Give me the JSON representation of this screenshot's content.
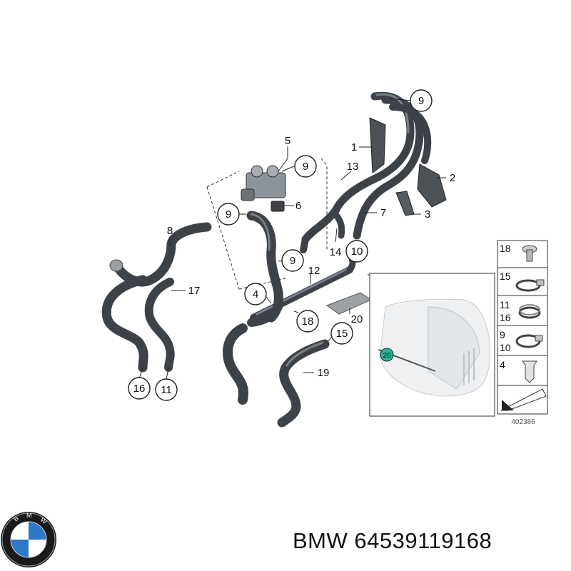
{
  "callouts": {
    "c1": "1",
    "c2": "2",
    "c3": "3",
    "c4": "4",
    "c5": "5",
    "c6": "6",
    "c7": "7",
    "c8": "8",
    "c9a": "9",
    "c9b": "9",
    "c9c": "9",
    "c9d": "9",
    "c10": "10",
    "c11": "11",
    "c12": "12",
    "c13": "13",
    "c14": "14",
    "c15": "15",
    "c16": "16",
    "c17": "17",
    "c18": "18",
    "c19": "19",
    "c20": "20",
    "c20inset": "20"
  },
  "legend": {
    "r1": "18",
    "r2": "15",
    "r3a": "11",
    "r3b": "16",
    "r4a": "9",
    "r4b": "10",
    "r5": "4"
  },
  "diagram_number": "402386",
  "logo": {
    "text": "BMW",
    "colors": {
      "blue": "#2e78c8",
      "white": "#ffffff",
      "ring": "#1a1a1a"
    }
  },
  "footer": {
    "brand": "BMW",
    "part_number": "64539119168"
  }
}
